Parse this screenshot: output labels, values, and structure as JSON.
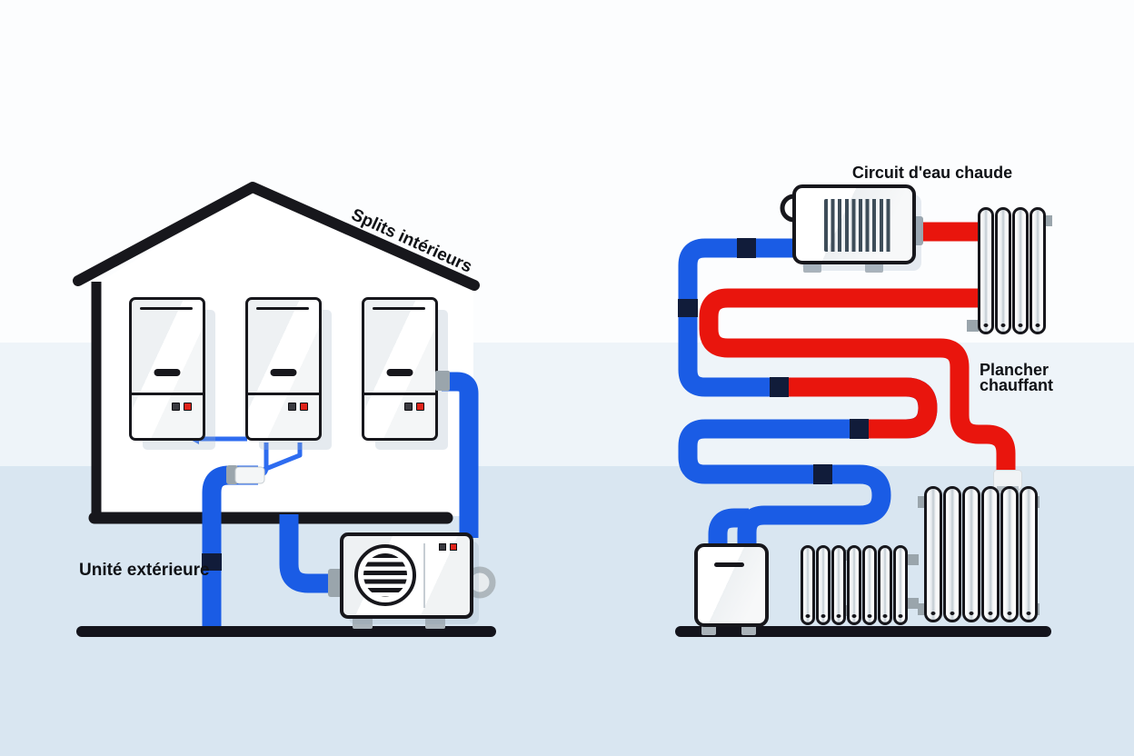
{
  "labels": {
    "splits": "Splits intérieurs",
    "outdoor_unit": "Unité extérieure",
    "hot_water_circuit": "Circuit d'eau chaude",
    "floor_heating_line1": "Plancher",
    "floor_heating_line2": "chauffant"
  },
  "colors": {
    "bg-top": "#fcfdfe",
    "bg-mid": "#eef4f9",
    "bg-bottom": "#d9e6f1",
    "pipe-cold": "#1a5ce5",
    "pipe-hot": "#e9150d",
    "thin-pipe": "#2e6cf0",
    "connector": "#111c3a",
    "outline": "#17171c",
    "ground": "#14141c",
    "metal": "#9aa5ac",
    "grille": "#3e4d59",
    "led-red": "#e0231a",
    "led-dark": "#3a3a40"
  },
  "left_diagram": {
    "indoor_units": 3
  },
  "right_diagram": {
    "radiator_top_tubes": 4,
    "radiator_small_tubes": 7,
    "radiator_large_tubes": 6
  }
}
